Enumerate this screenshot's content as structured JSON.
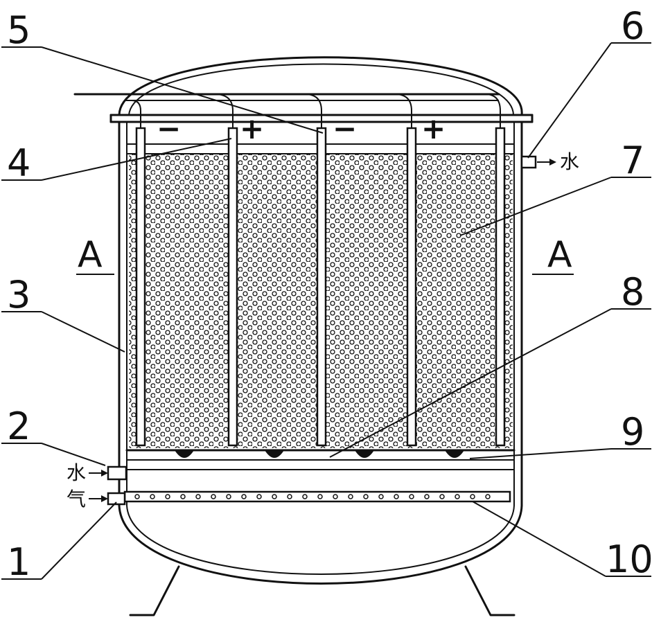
{
  "callouts": [
    "5",
    "6",
    "4",
    "7",
    "3",
    "8",
    "2",
    "9",
    "1",
    "10"
  ],
  "section_mark": "A",
  "polarity": [
    "−",
    "+",
    "−",
    "+"
  ],
  "flow_labels": {
    "water_out": "水",
    "water_in": "水",
    "gas_in": "气"
  }
}
